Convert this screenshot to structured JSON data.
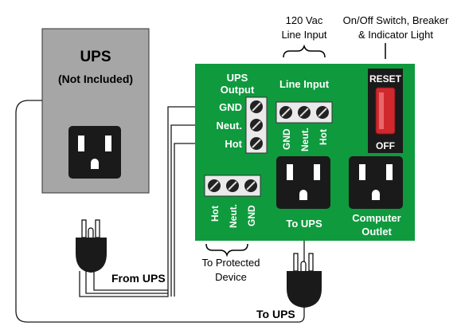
{
  "ups_box": {
    "title": "UPS",
    "subtitle": "(Not Included)"
  },
  "top_labels": {
    "line_input_caption_1": "120 Vac",
    "line_input_caption_2": "Line Input",
    "switch_caption_1": "On/Off Switch, Breaker",
    "switch_caption_2": "& Indicator Light"
  },
  "board": {
    "ups_output_1": "UPS",
    "ups_output_2": "Output",
    "ups_terminals": [
      "GND",
      "Neut.",
      "Hot"
    ],
    "line_input_title": "Line Input",
    "line_input_terminals": [
      "GND",
      "Neut.",
      "Hot"
    ],
    "switch_top": "RESET",
    "switch_bottom": "OFF",
    "protected_terminals": [
      "Hot",
      "Neut.",
      "GND"
    ],
    "to_ups_outlet": "To UPS",
    "computer_outlet_1": "Computer",
    "computer_outlet_2": "Outlet"
  },
  "bottom_labels": {
    "to_protected_1": "To Protected",
    "to_protected_2": "Device",
    "from_ups": "From UPS",
    "to_ups": "To UPS"
  },
  "colors": {
    "board_green": "#0f9a3e",
    "ups_gray": "#a6a6a6",
    "switch_red": "#d0282d"
  }
}
